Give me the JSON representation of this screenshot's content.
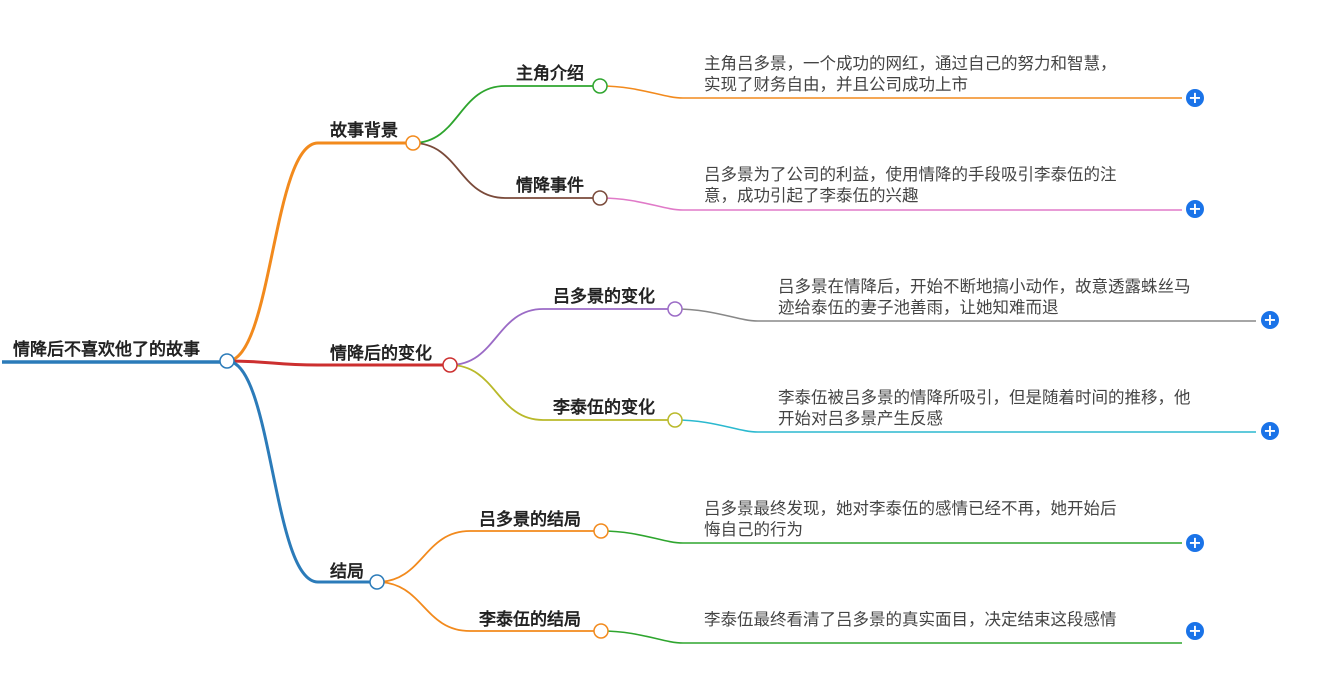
{
  "root": {
    "label": "情降后不喜欢他了的故事",
    "color": "#2b7bb9"
  },
  "branches": [
    {
      "label": "故事背景",
      "color": "#f28a1d",
      "children": [
        {
          "label": "主角介绍",
          "color": "#2ea52e",
          "leaf_color": "#f28a1d",
          "lines": [
            "主角吕多景，一个成功的网红，通过自己的努力和智慧，",
            "实现了财务自由，并且公司成功上市"
          ]
        },
        {
          "label": "情降事件",
          "color": "#7a4a3a",
          "leaf_color": "#e07ac8",
          "lines": [
            "吕多景为了公司的利益，使用情降的手段吸引李泰伍的注",
            "意，成功引起了李泰伍的兴趣"
          ]
        }
      ]
    },
    {
      "label": "情降后的变化",
      "color": "#cc2f2f",
      "children": [
        {
          "label": "吕多景的变化",
          "color": "#9b6bc6",
          "leaf_color": "#888888",
          "lines": [
            "吕多景在情降后，开始不断地搞小动作，故意透露蛛丝马",
            "迹给泰伍的妻子池善雨，让她知难而退"
          ]
        },
        {
          "label": "李泰伍的变化",
          "color": "#b9b92a",
          "leaf_color": "#2bb9cf",
          "lines": [
            "李泰伍被吕多景的情降所吸引，但是随着时间的推移，他",
            "开始对吕多景产生反感"
          ]
        }
      ]
    },
    {
      "label": "结局",
      "color": "#2b7bb9",
      "children": [
        {
          "label": "吕多景的结局",
          "color": "#f28a1d",
          "leaf_color": "#2ea52e",
          "lines": [
            "吕多景最终发现，她对李泰伍的感情已经不再，她开始后",
            "悔自己的行为"
          ]
        },
        {
          "label": "李泰伍的结局",
          "color": "#f28a1d",
          "leaf_color": "#2ea52e",
          "lines": [
            "李泰伍最终看清了吕多景的真实面目，决定结束这段感情"
          ]
        }
      ]
    }
  ],
  "expand_symbol": "+"
}
